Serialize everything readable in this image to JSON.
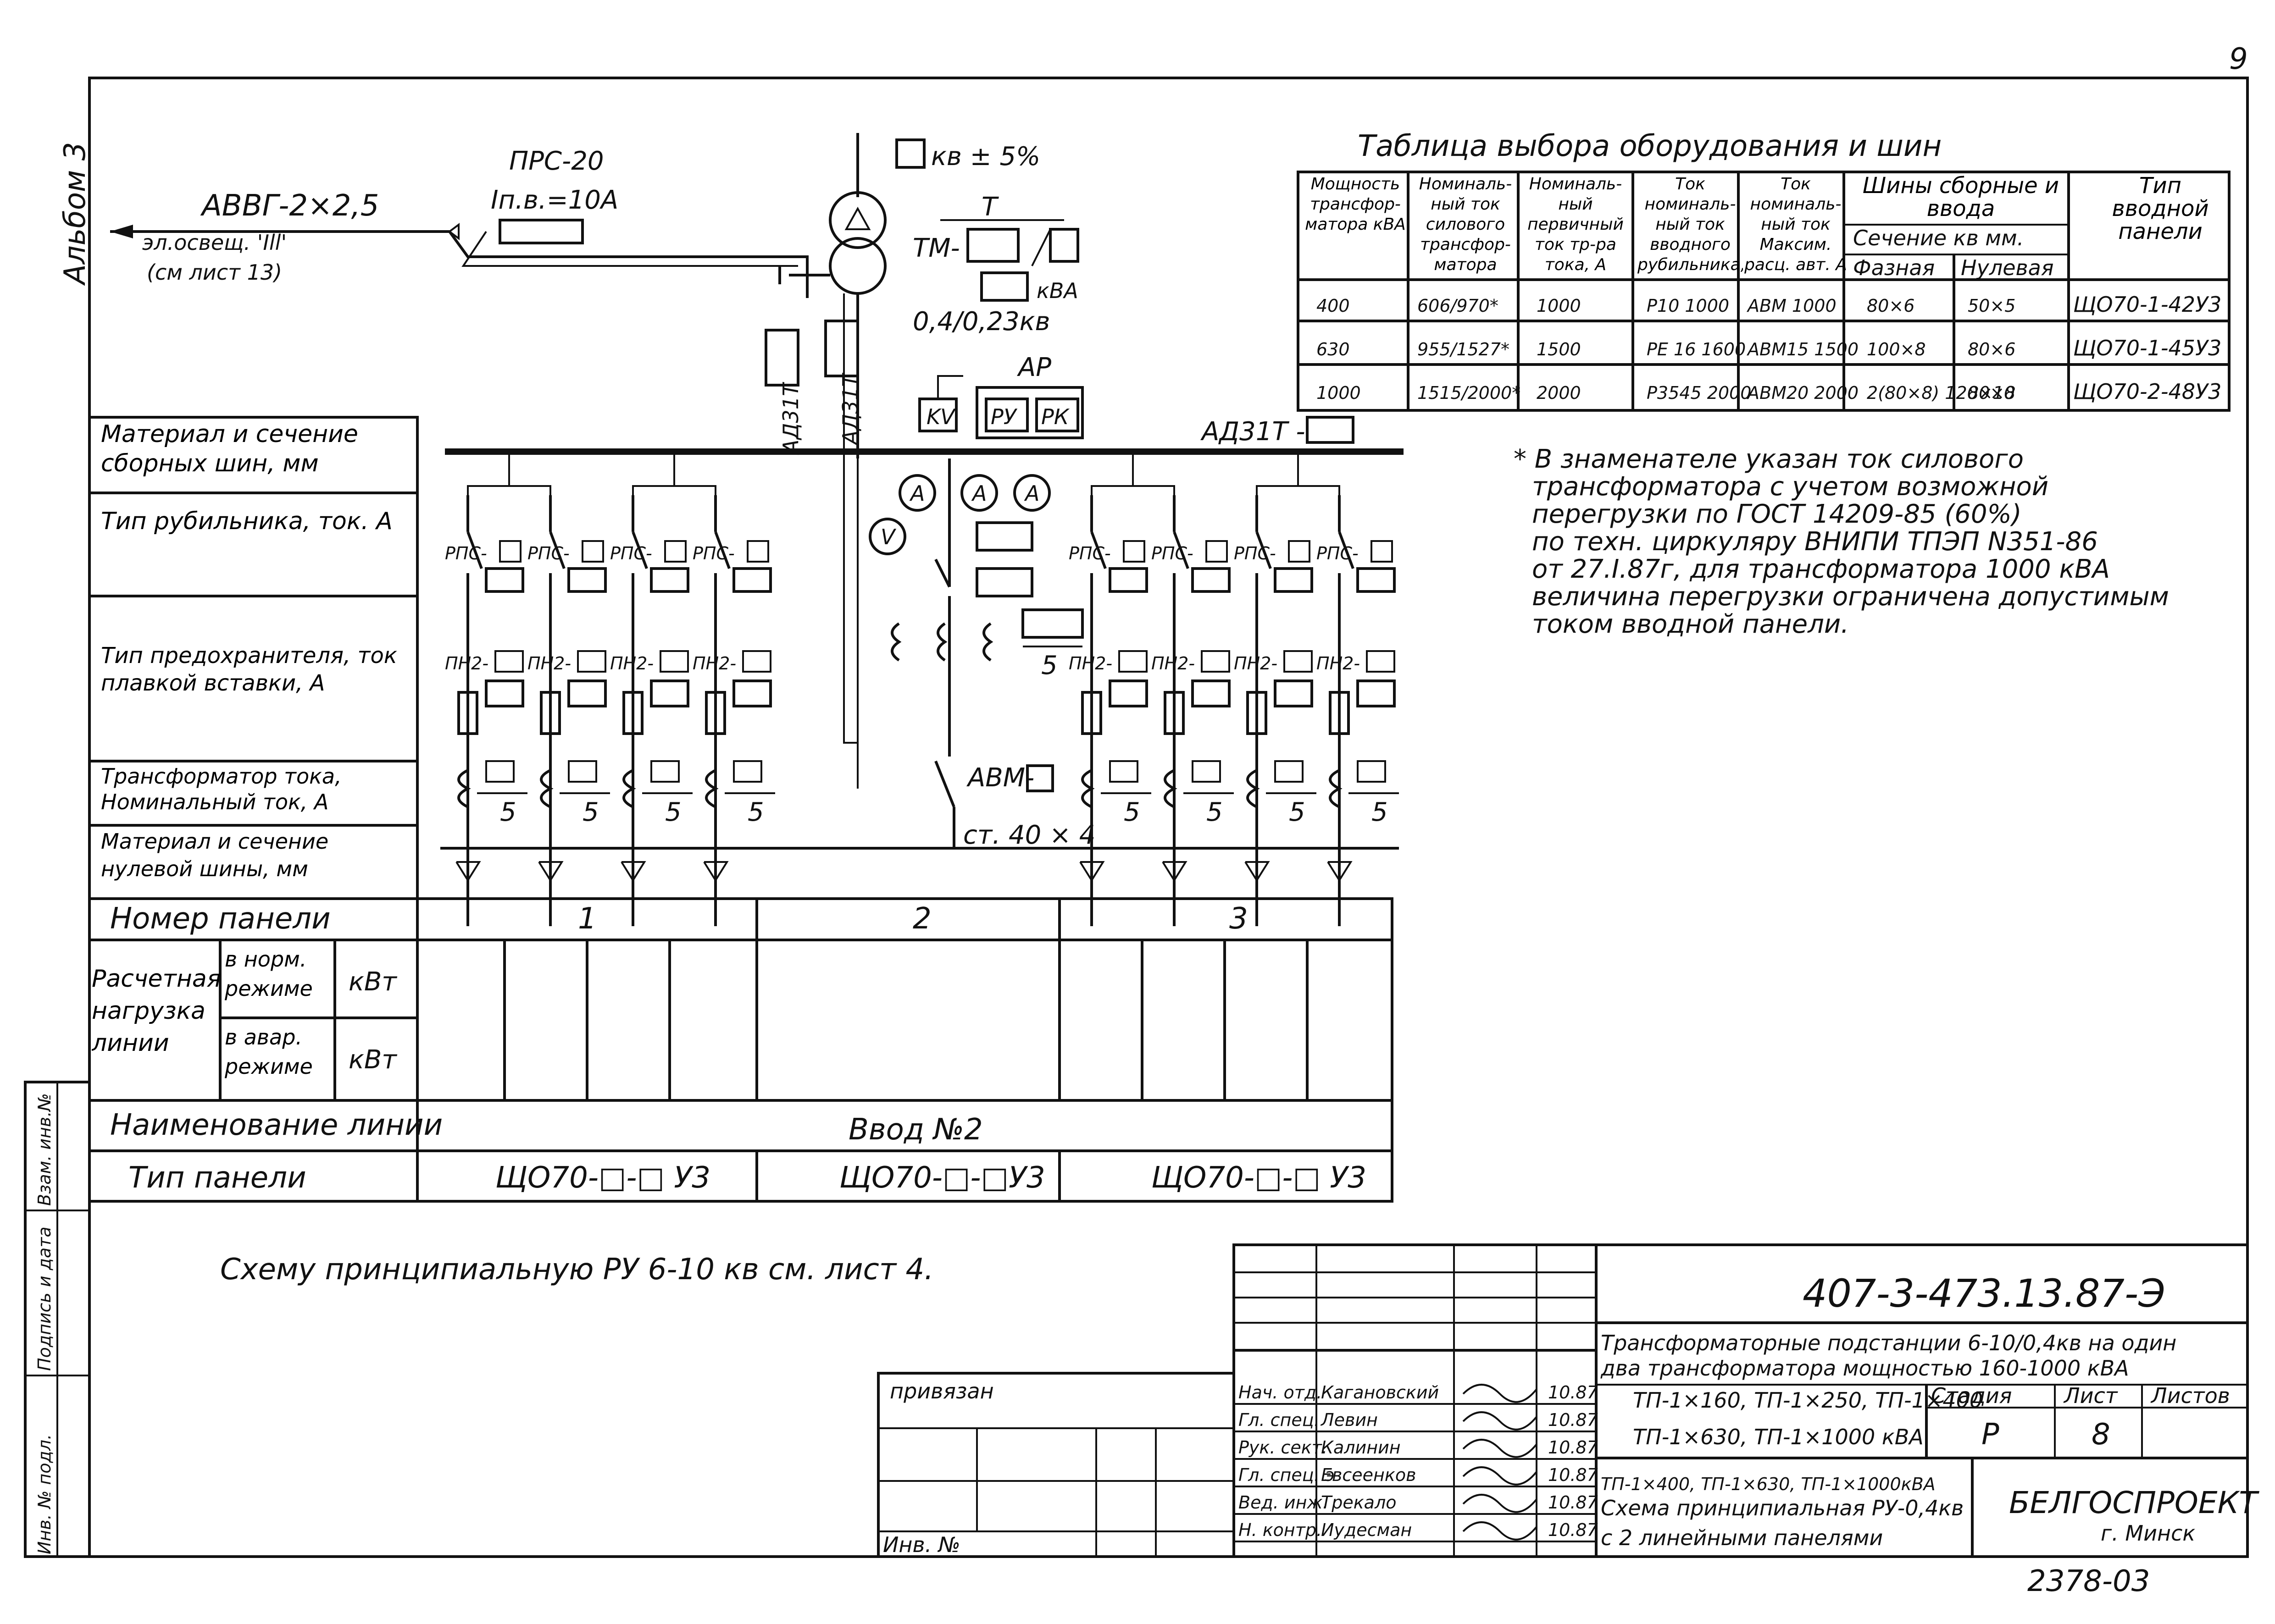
{
  "album": "Альбом 3",
  "sheet_corner": "9",
  "feeder": {
    "prs": "ПРС-20",
    "fuse_current": "Iп.в.=10А",
    "cable": "АВВГ-2×2,5",
    "lighting": "эл.освещ. 'Ill'",
    "see_sheet": "(см лист 13)"
  },
  "transformer": {
    "kv": "кв ± 5%",
    "t": "Т",
    "tm": "ТМ-",
    "kva": "кВА",
    "volts": "0,4/0,23кв",
    "ad31t_a": "АД31Т",
    "ad31t_b": "АД31Т",
    "ap": "АР",
    "kv_box": "KV",
    "ru": "РУ",
    "rk": "РК",
    "ad31t_bus": "АД31Т -"
  },
  "row_labels": {
    "bus_material": "Материал и сечение сборных шин, мм",
    "switch_type": "Тип рубильника, ток. А",
    "fuse_type": "Тип предохранителя, ток плавкой вставки, А",
    "ct": "Трансформатор тока, Номинальный ток, А",
    "neutral_bus": "Материал и сечение нулевой шины, мм"
  },
  "schematic": {
    "rps": "РПС-",
    "pn2": "ПН2-",
    "ct_ratio": "5",
    "avm": "АВМ-",
    "st": "ст. 40 × 4",
    "ammeter": "А",
    "voltmeter": "V"
  },
  "equipment_table": {
    "title": "Таблица выбора оборудования и шин",
    "headers": [
      "Мощность трансфор- матора кВА",
      "Номиналь- ный ток силового трансфор- матора",
      "Номиналь- ный первичный ток тр-ра тока, А",
      "Ток номиналь- ный ток вводного рубильника, А",
      "Ток номиналь- ный ток Максим. расц. авт. А",
      "Шины сборные и ввода",
      "Тип вводной панели"
    ],
    "bus_sub": "Сечение кв мм.",
    "bus_phase": "Фазная",
    "bus_zero": "Нулевая",
    "rows": [
      [
        "400",
        "606/970*",
        "1000",
        "Р10 1000",
        "АВМ 1000",
        "80×6",
        "50×5",
        "ЩО70-1-42У3"
      ],
      [
        "630",
        "955/1527*",
        "1500",
        "РЕ 16 1600",
        "АВМ15 1500",
        "100×8",
        "80×6",
        "ЩО70-1-45У3"
      ],
      [
        "1000",
        "1515/2000*",
        "2000",
        "Р3545 2000",
        "АВМ20 2000",
        "2(80×8) 120×10",
        "80×8",
        "ЩО70-2-48У3"
      ]
    ]
  },
  "note": [
    "* В знаменателе указан ток силового",
    "трансформатора с учетом возможной",
    "перегрузки по ГОСТ 14209-85 (60%)",
    "по техн. циркуляру ВНИПИ ТПЭП N351-86",
    "от 27.I.87г, для трансформатора 1000 кВА",
    "величина перегрузки ограничена допустимым",
    "током вводной панели."
  ],
  "panel_table": {
    "panel_no": "Номер панели",
    "panels": [
      "1",
      "2",
      "3"
    ],
    "calc_load": "Расчетная нагрузка линии",
    "normal": "в норм. режиме",
    "emergency": "в авар. режиме",
    "kw": "кВт",
    "line_name": "Наименование линии",
    "line_value": "Ввод №2",
    "panel_type": "Тип панели",
    "type_1": "ЩО70-□-□ У3",
    "type_2": "ЩО70-□-□У3",
    "type_3": "ЩО70-□-□ У3"
  },
  "left_strip": [
    "Взам. инв.№",
    "Подпись и дата",
    "Инв. № подл."
  ],
  "scheme_note": "Схему принципиальную РУ 6-10 кв см. лист 4.",
  "title_block": {
    "doc_code": "407-3-473.13.87-Э",
    "project_line1": "Трансформаторные подстанции 6-10/0,4кв на один",
    "project_line2": "два трансформатора мощностью 160-1000 кВА",
    "variants_1": "ТП-1×160, ТП-1×250, ТП-1×400",
    "variants_2": "ТП-1×630, ТП-1×1000 кВА",
    "stage_h": "Стадия",
    "sheet_h": "Лист",
    "sheets_h": "Листов",
    "stage": "Р",
    "sheet": "8",
    "drawing_1": "ТП-1×400, ТП-1×630, ТП-1×1000кВА",
    "drawing_2": "Схема принципиальная РУ-0,4кв",
    "drawing_3": "с 2 линейными панелями",
    "org": "БЕЛГОСПРОЕКТ",
    "city": "г. Минск",
    "archive": "2378-03",
    "attached": "привязан",
    "inv": "Инв. №",
    "staff": [
      [
        "Нач. отд.",
        "Кагановский",
        "10.87"
      ],
      [
        "Гл. спец.",
        "Левин",
        "10.87"
      ],
      [
        "Рук. сект.",
        "Калинин",
        "10.87"
      ],
      [
        "Гл. спец. э",
        "Евсеенков",
        "10.87"
      ],
      [
        "Вед. инж.",
        "Трекало",
        "10.87"
      ],
      [
        "Н. контр.",
        "Иудесман",
        "10.87"
      ]
    ]
  }
}
